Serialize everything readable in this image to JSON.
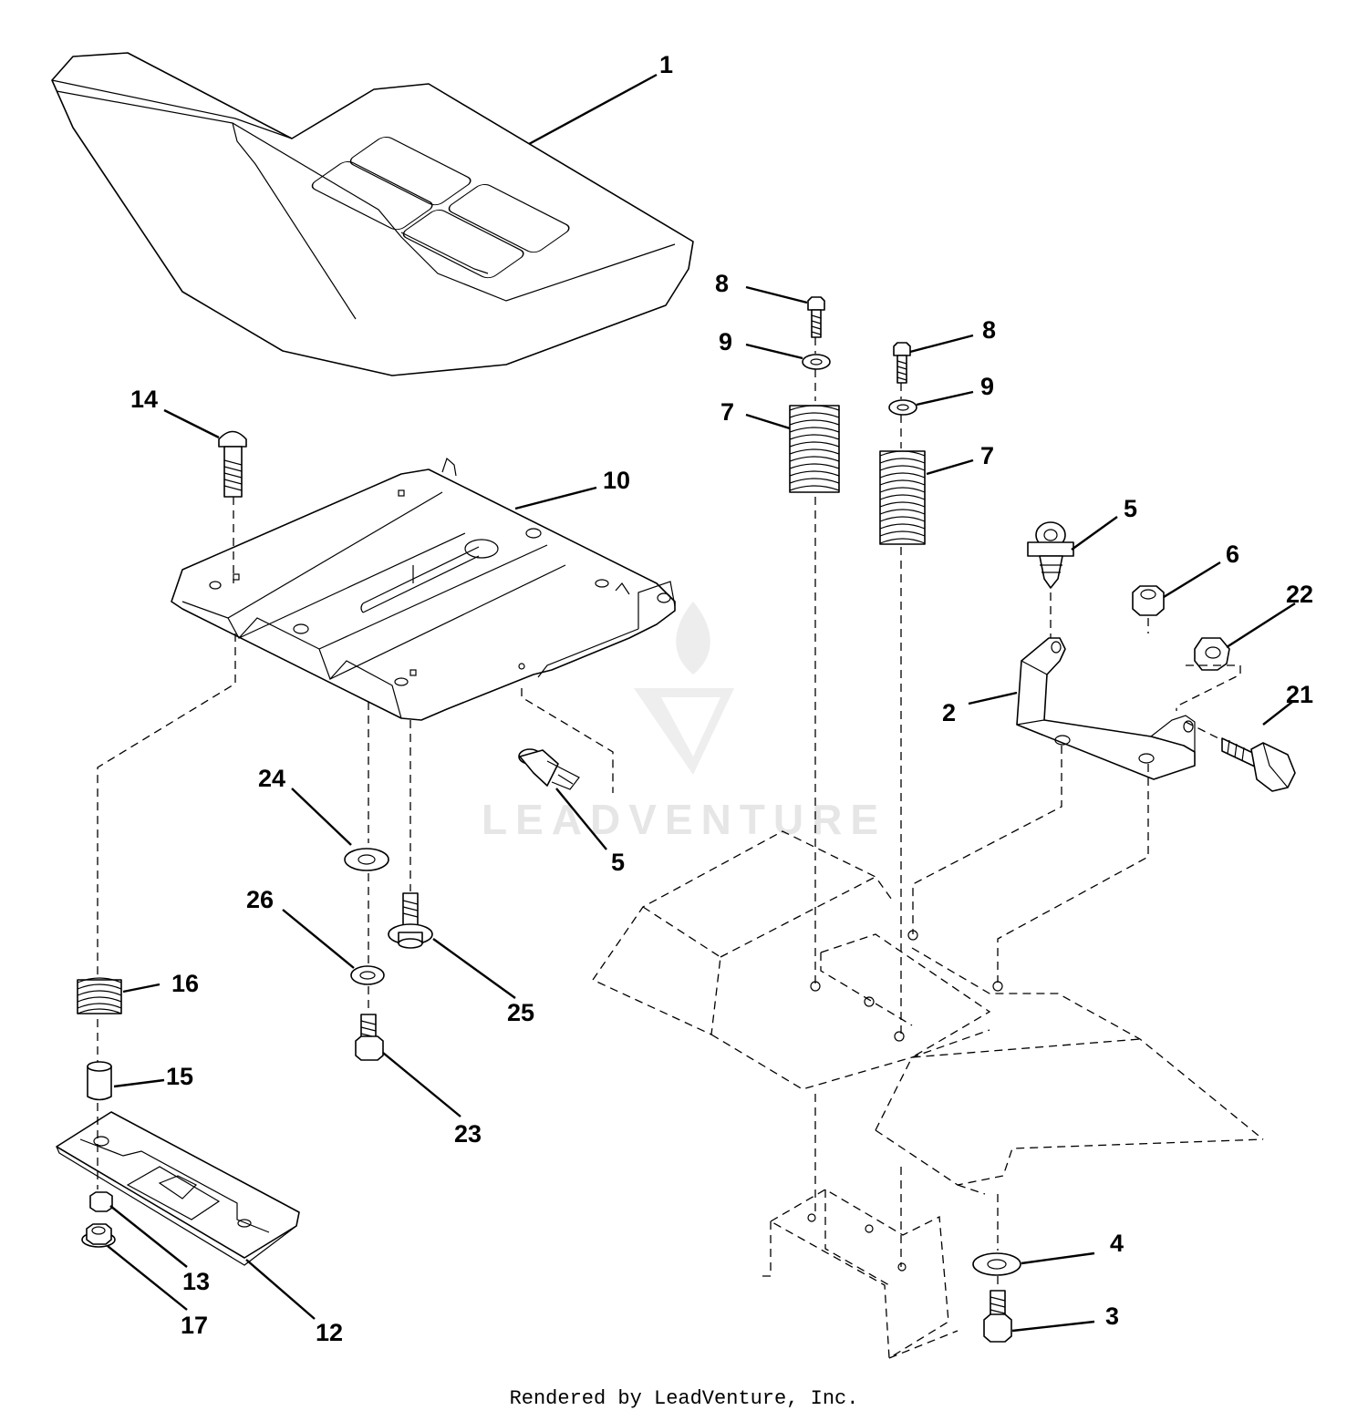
{
  "diagram": {
    "callouts": {
      "c1": "1",
      "c2": "2",
      "c3": "3",
      "c4": "4",
      "c5a": "5",
      "c5b": "5",
      "c6": "6",
      "c7a": "7",
      "c7b": "7",
      "c8a": "8",
      "c8b": "8",
      "c9a": "9",
      "c9b": "9",
      "c10": "10",
      "c12": "12",
      "c13": "13",
      "c14": "14",
      "c15": "15",
      "c16": "16",
      "c17": "17",
      "c21": "21",
      "c22": "22",
      "c23": "23",
      "c24": "24",
      "c25": "25",
      "c26": "26"
    },
    "watermark": "LEADVENTURE",
    "watermark_color": "#e6e6e6",
    "line_color": "#000000"
  },
  "footer": {
    "text": "Rendered by LeadVenture, Inc."
  }
}
